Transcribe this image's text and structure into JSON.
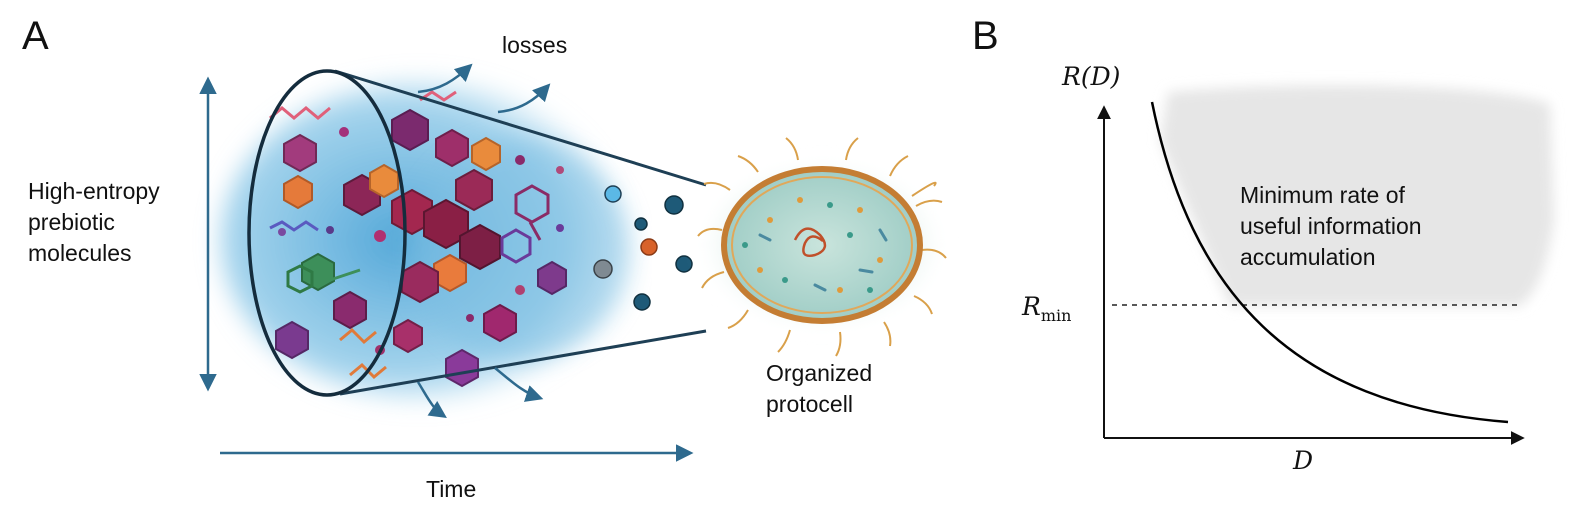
{
  "panel_a": {
    "letter": "A",
    "left_label": "High-entropy\nprebiotic\nmolecules",
    "top_label": "losses",
    "bottom_label": "Time",
    "right_label": "Organized\nprotocell"
  },
  "panel_b": {
    "letter": "B",
    "region_label": "Minimum rate of\nuseful information\naccumulation",
    "y_axis_label": "R(D)",
    "x_axis_label": "D",
    "threshold_label_main": "R",
    "threshold_label_sub": "min"
  },
  "colors": {
    "arrow": "#2e6a8e",
    "cone_outline": "#1e3f55",
    "fluid": "#6cb8df",
    "region_shade": "#e6e6e6",
    "membrane": "#c47d33"
  }
}
